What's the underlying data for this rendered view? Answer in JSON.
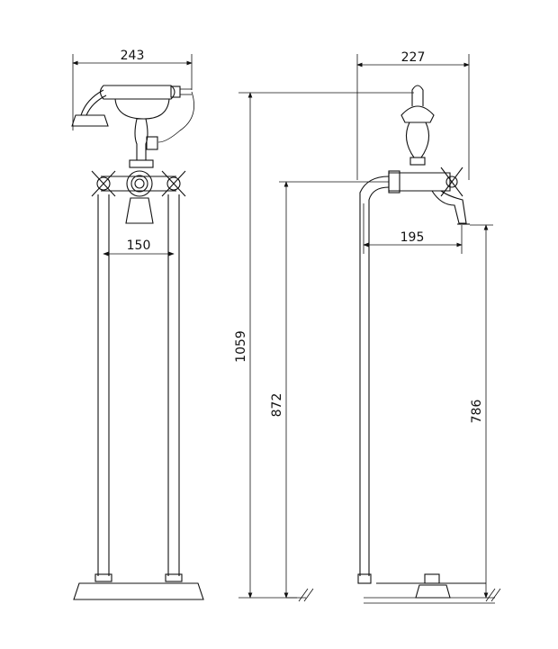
{
  "dimensions": {
    "front_width": "243",
    "leg_spacing": "150",
    "side_width": "227",
    "spout_reach": "195",
    "total_height": "1059",
    "spout_height": "872",
    "outlet_height": "786"
  },
  "colors": {
    "line": "#111111",
    "background": "#ffffff"
  }
}
